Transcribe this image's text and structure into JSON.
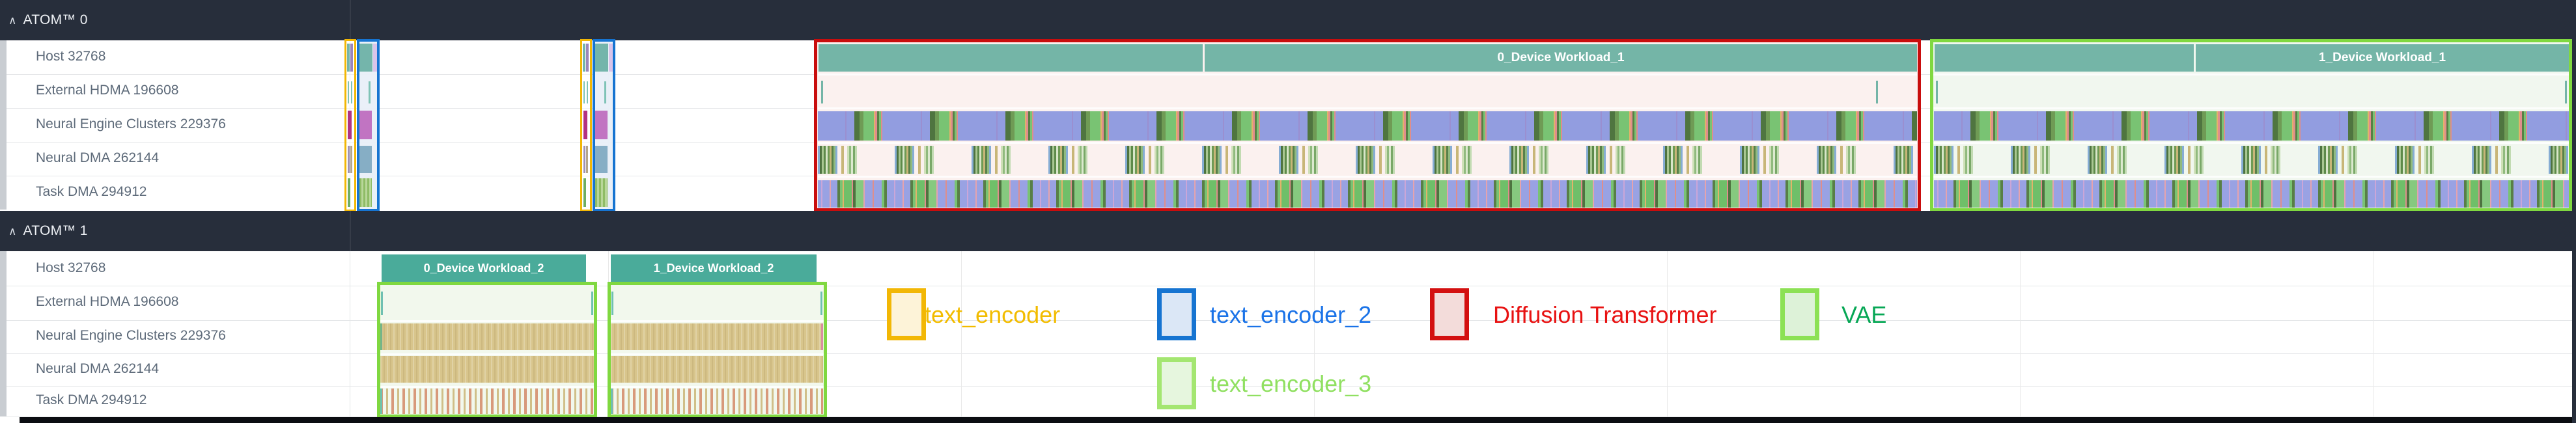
{
  "sections": [
    {
      "title": "ATOM™ 0",
      "rows": [
        "Host 32768",
        "External HDMA 196608",
        "Neural Engine Clusters 229376",
        "Neural DMA 262144",
        "Task DMA 294912"
      ],
      "workloads": [
        {
          "label": "0_Device Workload_1"
        },
        {
          "label": "1_Device Workload_1"
        }
      ]
    },
    {
      "title": "ATOM™ 1",
      "rows": [
        "Host 32768",
        "External HDMA 196608",
        "Neural Engine Clusters 229376",
        "Neural DMA 262144",
        "Task DMA 294912"
      ],
      "workloads": [
        {
          "label": "0_Device Workload_2"
        },
        {
          "label": "1_Device Workload_2"
        }
      ]
    }
  ],
  "legend": {
    "items": [
      {
        "label": "text_encoder",
        "border": "#f2b705",
        "fill": "#fdf3d8",
        "text_color": "#f2bc00"
      },
      {
        "label": "text_encoder_2",
        "border": "#1674d1",
        "fill": "#dbe7f6",
        "text_color": "#1a73e8"
      },
      {
        "label": "Diffusion Transformer",
        "border": "#d31010",
        "fill": "#f3dcda",
        "text_color": "#e81212"
      },
      {
        "label": "VAE",
        "border": "#8ce155",
        "fill": "#ddf2d8",
        "text_color": "#06a755"
      },
      {
        "label": "text_encoder_3",
        "border": "#a4e671",
        "fill": "#e6f6de",
        "text_color": "#90e061"
      }
    ]
  },
  "colors": {
    "header_bg": "#272e3b",
    "workload_bar_atom0": "#74b5a7",
    "workload_bar_atom1": "#4aab9a",
    "row_label": "#5d6a79",
    "diffusion_region_bg": "#fbf0ee",
    "vae_region_bg": "#f0f7ee",
    "annotation_yellow": "#f2b705",
    "annotation_blue": "#1674d1",
    "annotation_red": "#c90d0d",
    "annotation_green": "#80d840"
  },
  "icons": {
    "collapse": "∧"
  }
}
